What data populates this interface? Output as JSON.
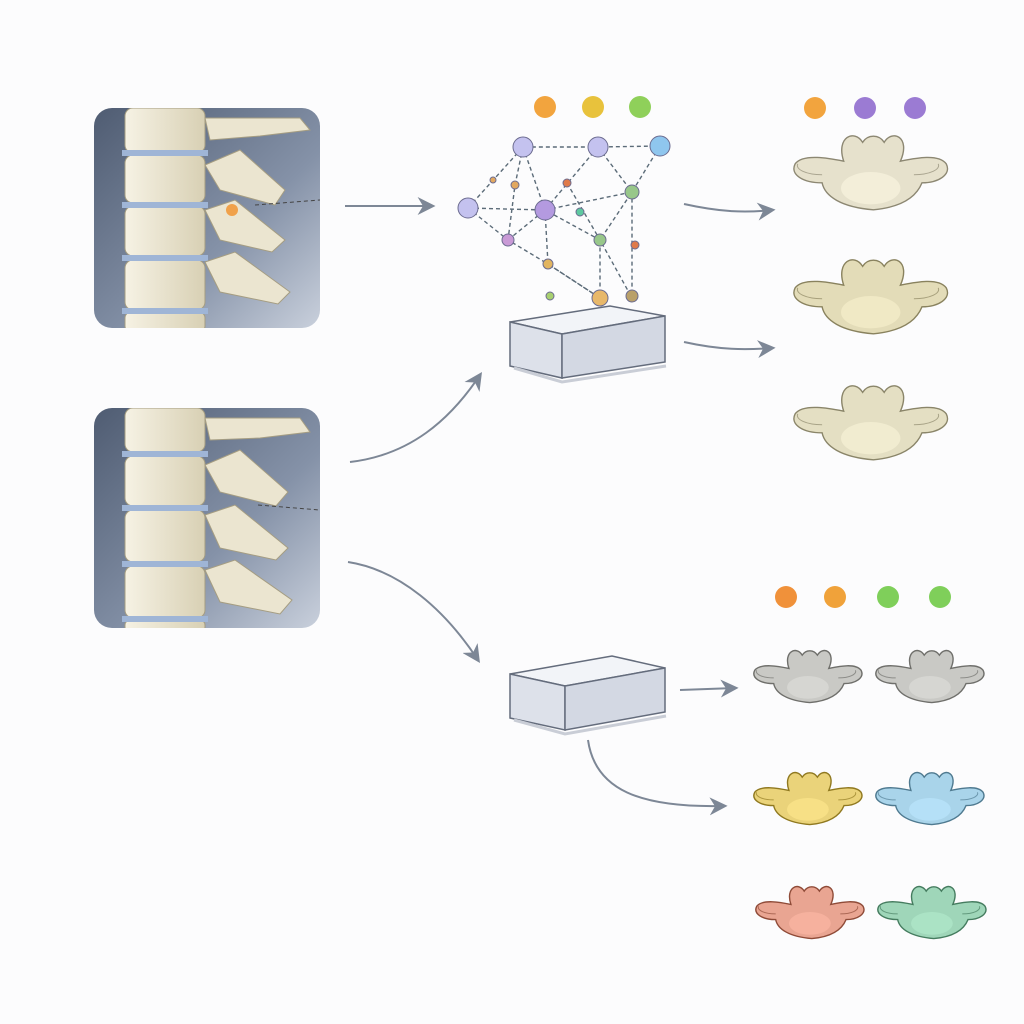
{
  "palette": {
    "background": "#fcfcfd",
    "arrow": "#7d8796",
    "bone_light": "#ece6d2",
    "bone_shade": "#cfc6a8",
    "xray_bg": "#5d6b82",
    "node_purple": "#c4c2ef",
    "node_blue": "#8fc6ee",
    "box_face": "#dde1ea",
    "box_top": "#f2f4f8"
  },
  "diagram": {
    "inputs": [
      {
        "name": "spine-image-top",
        "icon": "spine-xray-icon"
      },
      {
        "name": "spine-image-bottom",
        "icon": "spine-xray-icon"
      }
    ],
    "processors": [
      {
        "name": "graph-network-module",
        "icon": "graph-network-icon"
      },
      {
        "name": "segmentation-module",
        "icon": "module-box-icon"
      }
    ],
    "output_groups": [
      {
        "name": "classified-vertebrae",
        "legend_dots": [
          "#f2a43e",
          "#e8c23c",
          "#8fd05a"
        ],
        "legend_dots_right": [
          "#f2a43e",
          "#9b7bd3",
          "#9b7bd3"
        ],
        "vertebrae_tints": [
          "#e6e1cc",
          "#e3dcb8",
          "#e4dfc3"
        ]
      },
      {
        "name": "colored-vertebrae",
        "legend_dots": [
          "#f0913a",
          "#f0a23a",
          "#7fcf5a",
          "#7fcf5a"
        ],
        "vertebrae_tints": [
          "#c9c9c5",
          "#c9c9c5",
          "#ead37a",
          "#a9d4ea",
          "#e9a592",
          "#9fd6b9"
        ]
      }
    ]
  }
}
